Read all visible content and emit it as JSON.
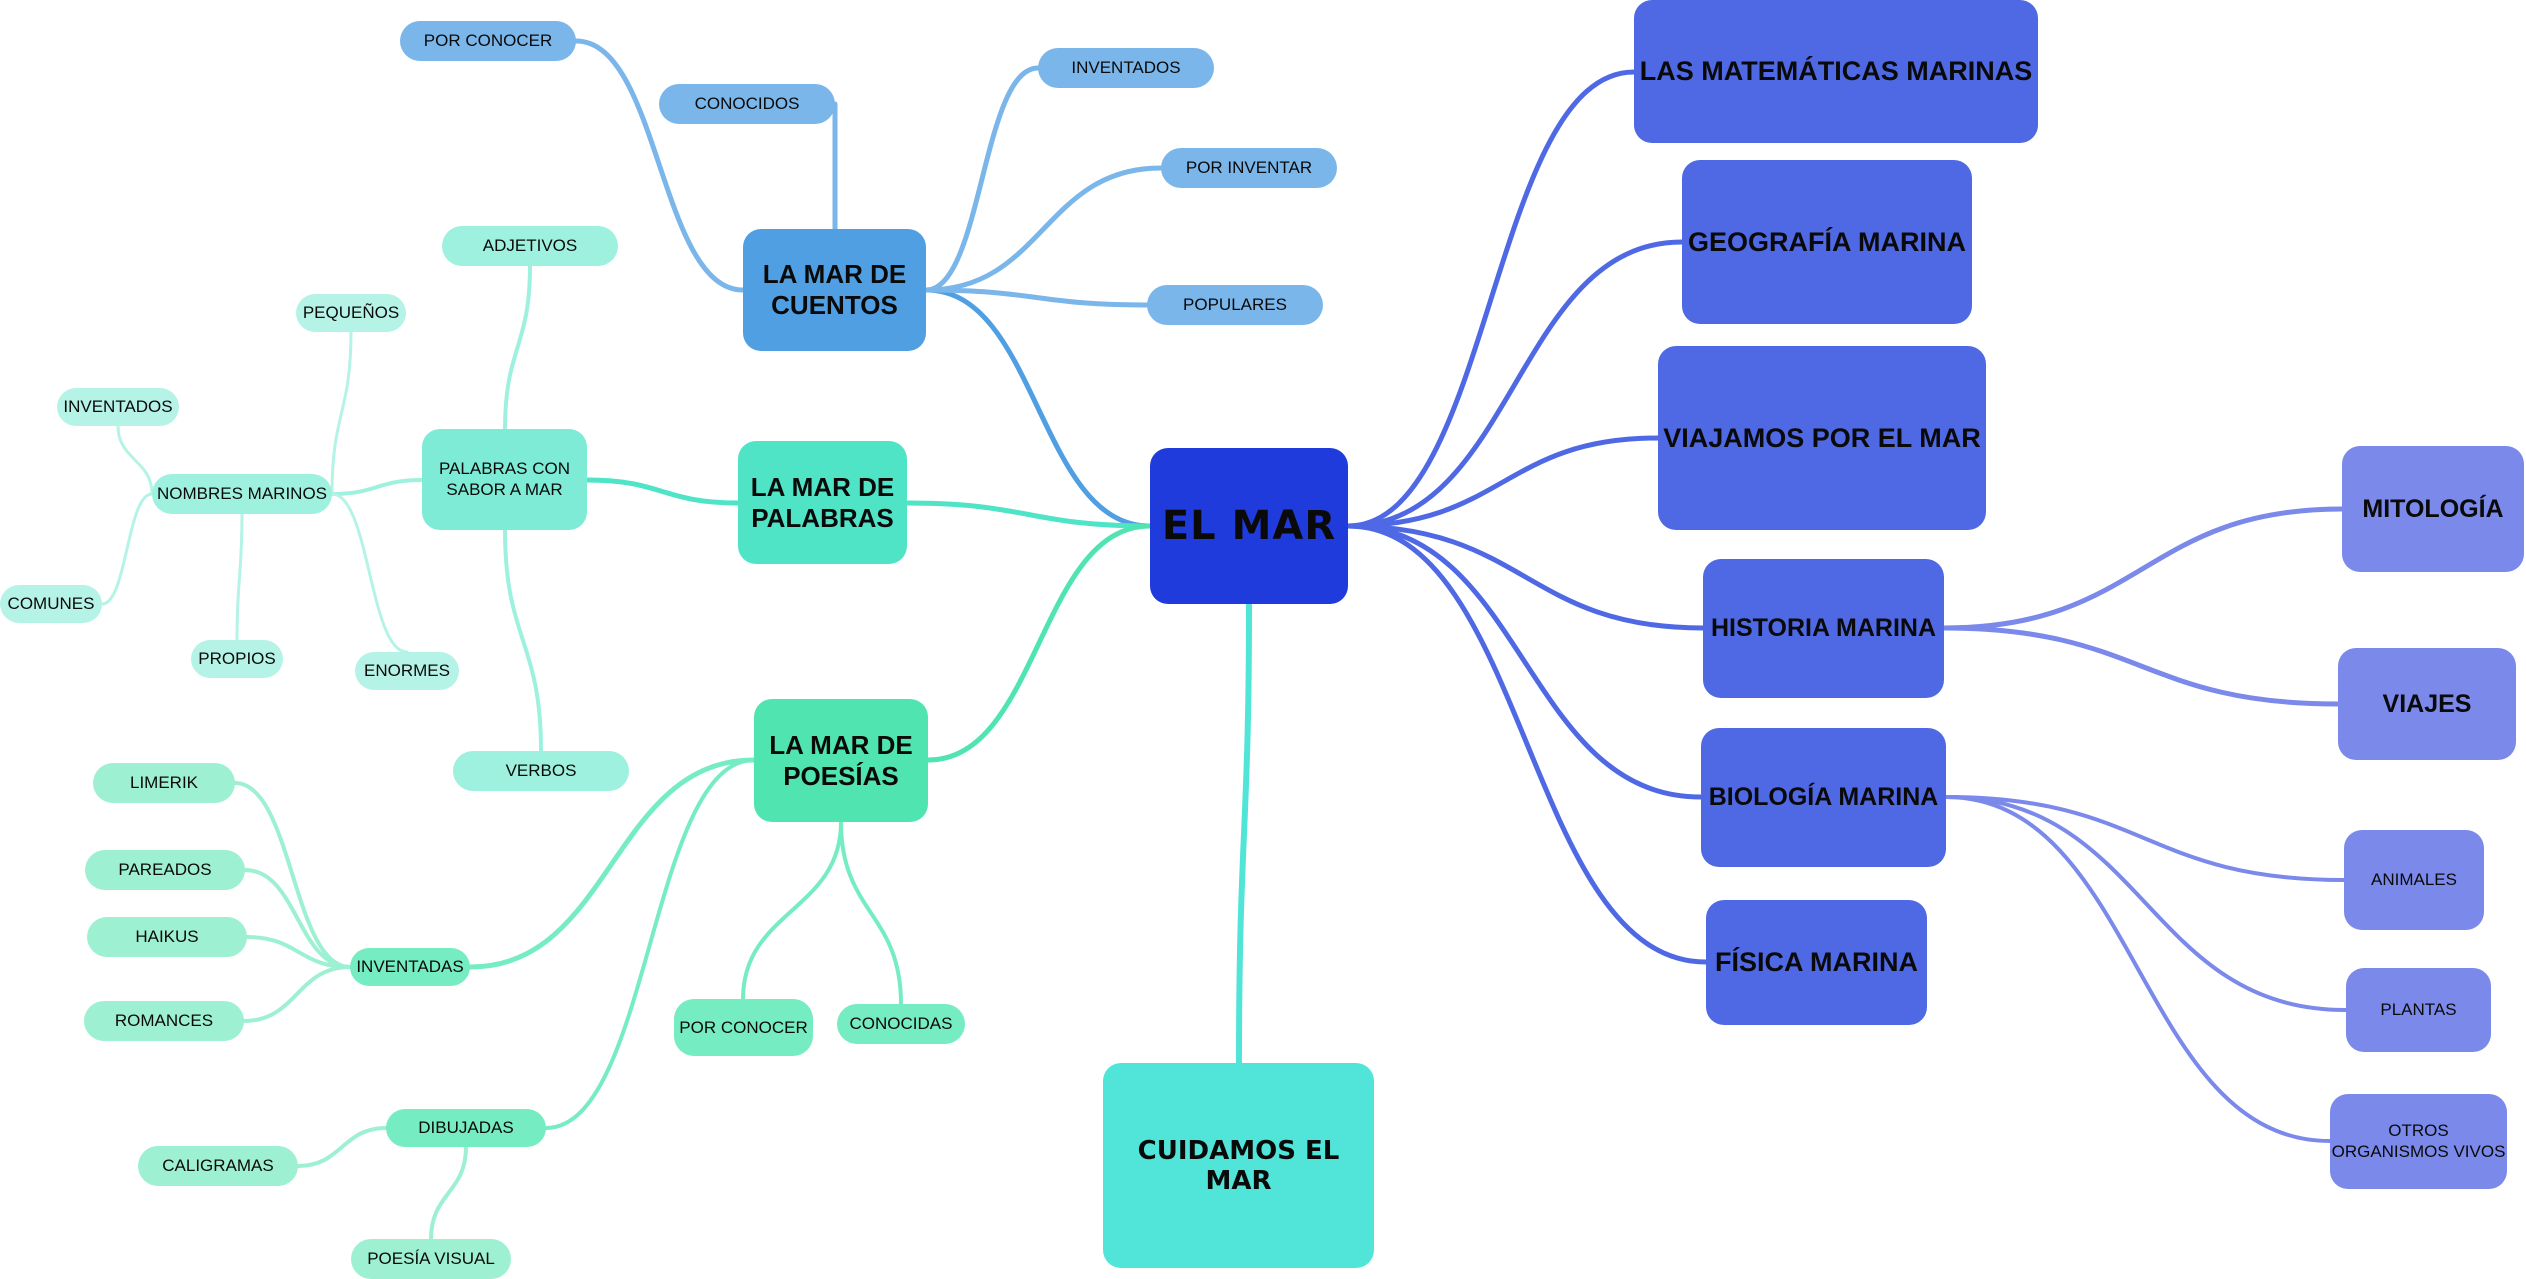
{
  "colors": {
    "root": "#1f3bdc",
    "cuentos_main": "#519fe3",
    "cuentos_sub": "#7ab6ea",
    "palabras_main": "#4fe4c6",
    "palabras_mid": "#7debd6",
    "palabras_sub": "#9ef1df",
    "palabras_leaf": "#b5f3e6",
    "poesias_main": "#50e5b0",
    "poesias_mid": "#76ecc3",
    "poesias_sub": "#9ef0d3",
    "cuidamos": "#50e5d8",
    "right_main": "#4f69e5",
    "right_sub": "#7a89ea"
  },
  "root": {
    "label": "EL MAR"
  },
  "cuidamos": {
    "label": "CUIDAMOS EL MAR"
  },
  "cuentos": {
    "label": "LA MAR DE\nCUENTOS",
    "children": [
      "POR CONOCER",
      "CONOCIDOS",
      "INVENTADOS",
      "POR INVENTAR",
      "POPULARES"
    ]
  },
  "palabras": {
    "label": "LA MAR DE\nPALABRAS",
    "mid": "PALABRAS CON\nSABOR A MAR",
    "mid_children": [
      "ADJETIVOS",
      "VERBOS",
      "NOMBRES MARINOS"
    ],
    "nombres_children": [
      "PEQUEÑOS",
      "INVENTADOS",
      "COMUNES",
      "PROPIOS",
      "ENORMES"
    ]
  },
  "poesias": {
    "label": "LA MAR DE\nPOESÍAS",
    "children": [
      "INVENTADAS",
      "DIBUJADAS",
      "POR CONOCER",
      "CONOCIDAS"
    ],
    "inventadas_children": [
      "LIMERIK",
      "PAREADOS",
      "HAIKUS",
      "ROMANCES"
    ],
    "dibujadas_children": [
      "CALIGRAMAS",
      "POESÍA VISUAL"
    ]
  },
  "right": {
    "topics": [
      "LAS MATEMÁTICAS MARINAS",
      "GEOGRAFÍA MARINA",
      "VIAJAMOS POR EL MAR",
      "HISTORIA MARINA",
      "BIOLOGÍA MARINA",
      "FÍSICA MARINA"
    ],
    "historia_children": [
      "MITOLOGÍA",
      "VIAJES"
    ],
    "biologia_children": [
      "ANIMALES",
      "PLANTAS",
      "OTROS\nORGANISMOS VIVOS"
    ]
  }
}
